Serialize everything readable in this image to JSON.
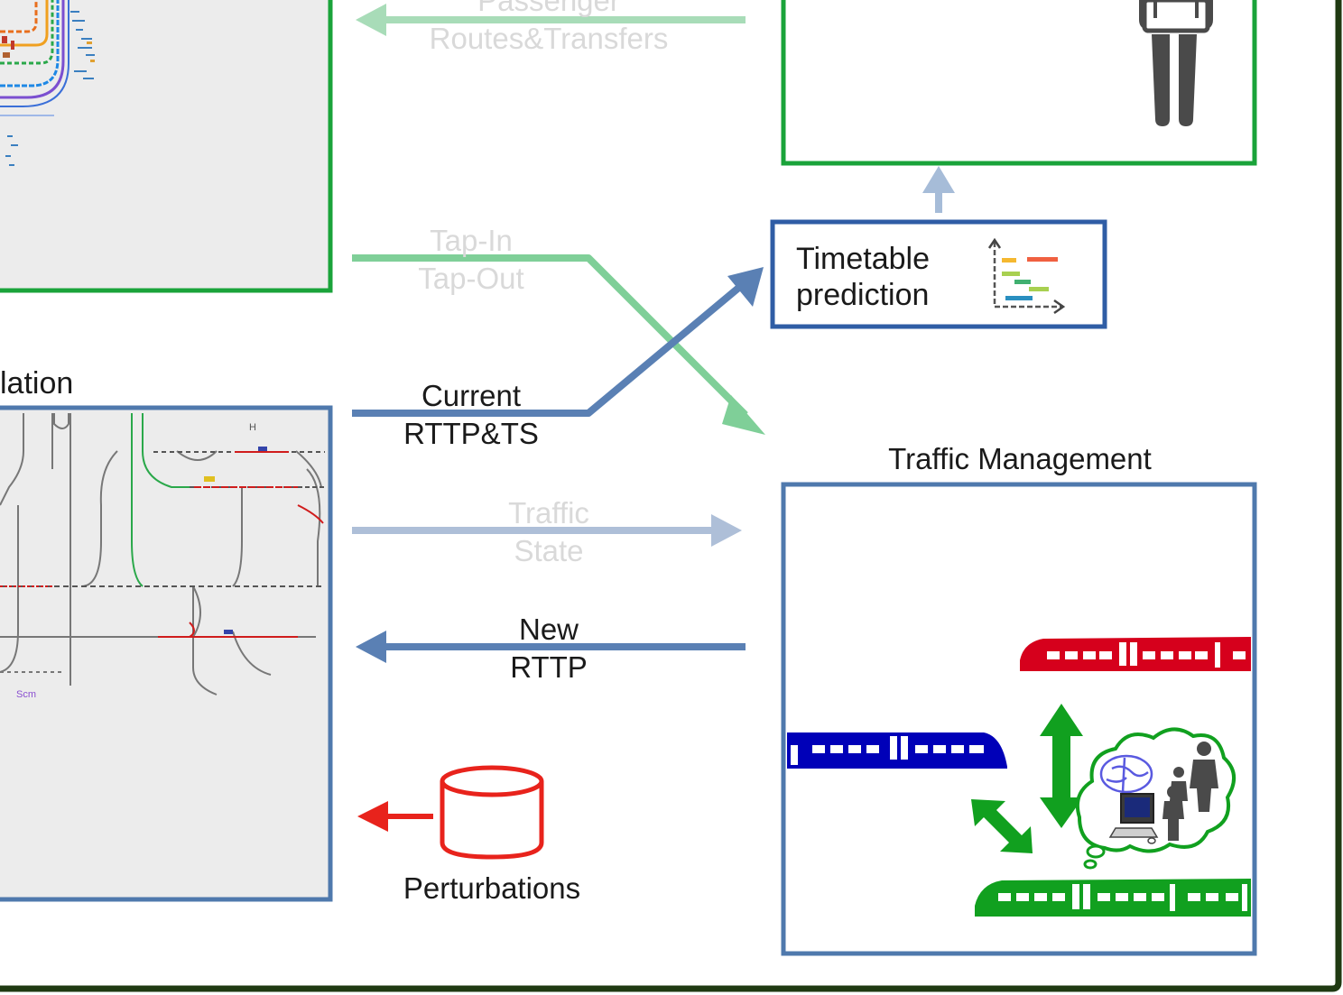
{
  "flows": {
    "passenger_routes": [
      "Passenger",
      "Routes&Transfers"
    ],
    "tap_in_out": [
      "Tap-In",
      "Tap-Out"
    ],
    "current_rttp": [
      "Current",
      "RTTP&TS"
    ],
    "traffic_state": [
      "Traffic",
      "State"
    ],
    "new_rttp": [
      "New",
      "RTTP"
    ]
  },
  "panels": {
    "simulation_title_fragment": "lation",
    "traffic_management_title": "Traffic Management",
    "timetable_prediction": [
      "Timetable",
      "prediction"
    ],
    "perturbations": "Perturbations",
    "schematic_station_label": "Scm",
    "schematic_marker": "H"
  },
  "colors": {
    "green_frame": "#1aa33a",
    "blue_frame": "#4f79ad",
    "pale_green": "#7fcf98",
    "pale_blue": "#aebfd8",
    "arrow_blue": "#5a80b4",
    "red": "#e8231c",
    "train_red": "#d6001c",
    "train_blue": "#0000b8",
    "train_green": "#11a01f",
    "border_dark": "#1f3a12"
  },
  "icons": [
    "database-icon",
    "gantt-chart-icon",
    "person-icon",
    "thought-cloud-icon",
    "brain-icon",
    "computer-icon",
    "family-icon",
    "red-train-icon",
    "blue-train-icon",
    "green-train-icon"
  ]
}
